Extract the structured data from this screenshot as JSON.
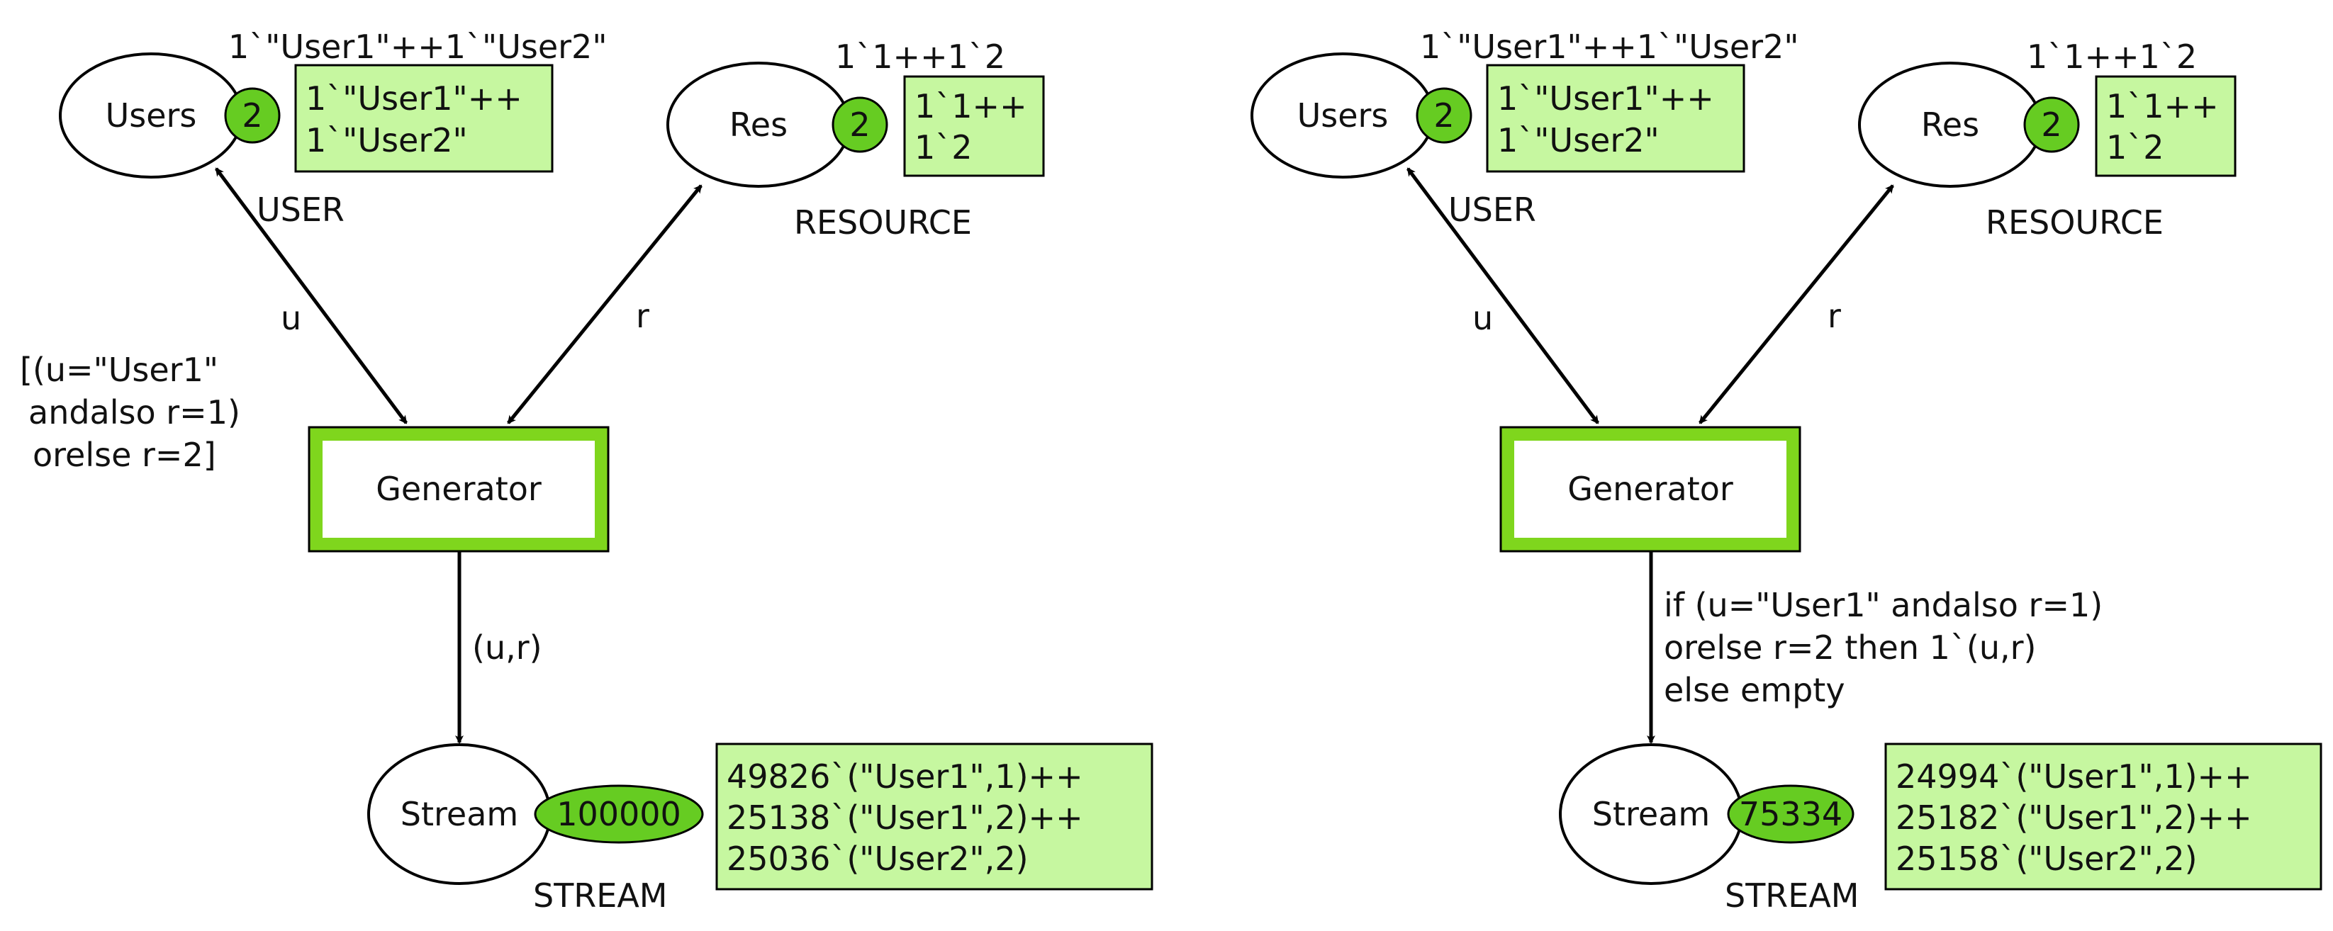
{
  "nets": [
    {
      "users": {
        "place_label": "Users",
        "token_count": "2",
        "initial_marking": "1`\"User1\"++1`\"User2\"",
        "current_marking": [
          "1`\"User1\"++",
          "1`\"User2\""
        ],
        "colorset": "USER"
      },
      "res": {
        "place_label": "Res",
        "token_count": "2",
        "initial_marking": "1`1++1`2",
        "current_marking": [
          "1`1++",
          "1`2"
        ],
        "colorset": "RESOURCE"
      },
      "arc_user_label": "u",
      "arc_res_label": "r",
      "guard": [
        "[(u=\"User1\"",
        "andalso r=1)",
        "orelse r=2]"
      ],
      "transition_label": "Generator",
      "output_arc": [
        "(u,r)"
      ],
      "stream": {
        "place_label": "Stream",
        "token_count": "100000",
        "current_marking": [
          "49826`(\"User1\",1)++",
          "25138`(\"User1\",2)++",
          "25036`(\"User2\",2)"
        ],
        "colorset": "STREAM"
      }
    },
    {
      "users": {
        "place_label": "Users",
        "token_count": "2",
        "initial_marking": "1`\"User1\"++1`\"User2\"",
        "current_marking": [
          "1`\"User1\"++",
          "1`\"User2\""
        ],
        "colorset": "USER"
      },
      "res": {
        "place_label": "Res",
        "token_count": "2",
        "initial_marking": "1`1++1`2",
        "current_marking": [
          "1`1++",
          "1`2"
        ],
        "colorset": "RESOURCE"
      },
      "arc_user_label": "u",
      "arc_res_label": "r",
      "guard": [],
      "transition_label": "Generator",
      "output_arc": [
        "if (u=\"User1\" andalso r=1)",
        "orelse r=2 then 1`(u,r)",
        "else empty"
      ],
      "stream": {
        "place_label": "Stream",
        "token_count": "75334",
        "current_marking": [
          "24994`(\"User1\",1)++",
          "25182`(\"User1\",2)++",
          "25158`(\"User2\",2)"
        ],
        "colorset": "STREAM"
      }
    }
  ],
  "colors": {
    "transition_border": "#7fd61d",
    "token": "#66cc22",
    "marking_box": "#c6f7a0"
  }
}
